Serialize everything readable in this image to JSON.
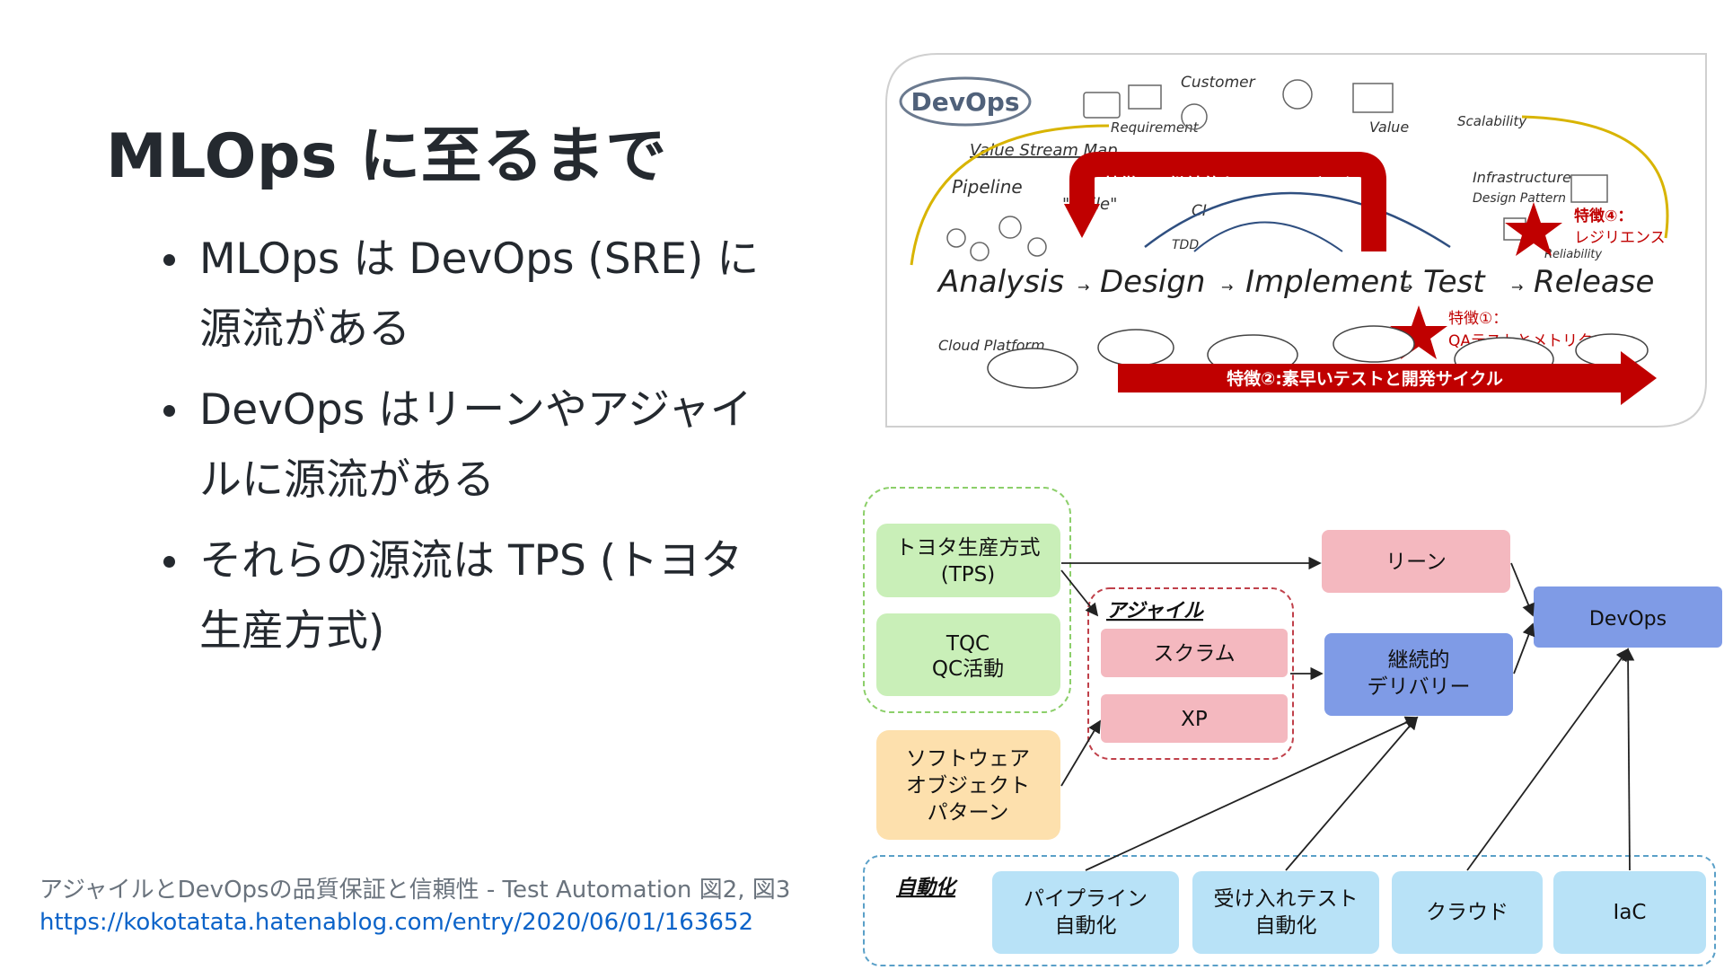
{
  "slide": {
    "title": "MLOps に至るまで",
    "bullets": [
      "MLOps は DevOps (SRE) に源流がある",
      "DevOps はリーンやアジャイルに源流がある",
      "それらの源流は TPS (トヨタ生産方式)"
    ],
    "credit": "アジャイルとDevOpsの品質保証と信頼性 - Test Automation 図2, 図3",
    "link": "https://kokotatata.hatenablog.com/entry/2020/06/01/163652"
  },
  "figure_top": {
    "logo": "DevOps",
    "handwritten": {
      "customer": "Customer",
      "requirement": "Requirement",
      "value": "Value",
      "scalability": "Scalability",
      "value_stream_map": "Value Stream Map",
      "pipeline": "Pipeline",
      "agile": "\"Agile\"",
      "cd": "CD",
      "ci": "CI",
      "tdd": "TDD",
      "infrastructure": "Infrastructure",
      "design_pattern": "Design Pattern",
      "reliability": "Reliability",
      "cloud_platform": "Cloud Platform",
      "stages": [
        "Analysis",
        "Design",
        "Implement",
        "Test",
        "Release"
      ]
    },
    "features": {
      "f3": "特徴③：継続的なフィードバック",
      "f4_line1": "特徴④：",
      "f4_line2": "レジリエンス",
      "f1_line1": "特徴①：",
      "f1_line2": "QAテストとメトリクス",
      "f2": "特徴②:素早いテストと開発サイクル"
    },
    "colors": {
      "accent_red": "#c00000"
    }
  },
  "figure_bottom": {
    "boxes": {
      "tps_l1": "トヨタ生産方式",
      "tps_l2": "(TPS)",
      "tqc_l1": "TQC",
      "tqc_l2": "QC活動",
      "soft_l1": "ソフトウェア",
      "soft_l2": "オブジェクト",
      "soft_l3": "パターン",
      "agile_label": "アジャイル",
      "scrum": "スクラム",
      "xp": "XP",
      "lean": "リーン",
      "cd_l1": "継続的",
      "cd_l2": "デリバリー",
      "devops": "DevOps",
      "auto_label": "自動化",
      "pipeline_l1": "パイプライン",
      "pipeline_l2": "自動化",
      "accept_l1": "受け入れテスト",
      "accept_l2": "自動化",
      "cloud": "クラウド",
      "iac": "IaC"
    },
    "colors": {
      "green": "#c9efb8",
      "pink": "#f4b8bf",
      "blue": "#7f9be6",
      "orange": "#fde0ad",
      "lightblue": "#b8e2f7"
    }
  }
}
